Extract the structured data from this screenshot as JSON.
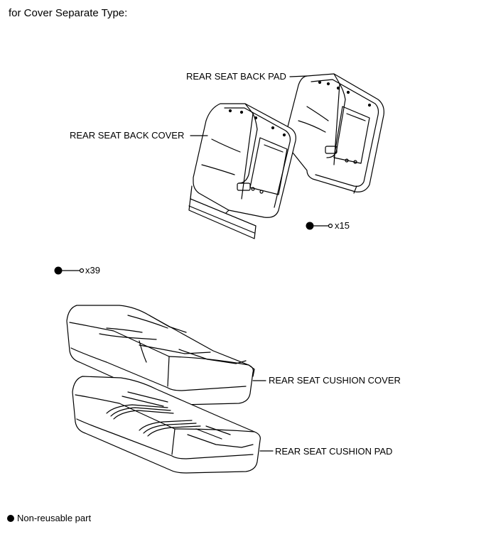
{
  "header": {
    "title": "for Cover Separate Type:"
  },
  "callouts": {
    "rear_seat_back_pad": "REAR SEAT BACK PAD",
    "rear_seat_back_cover": "REAR SEAT BACK COVER",
    "rear_seat_cushion_cover": "REAR SEAT CUSHION COVER",
    "rear_seat_cushion_pad": "REAR SEAT CUSHION PAD"
  },
  "quantities": {
    "back_hog_rings": "x15",
    "cushion_hog_rings": "x39"
  },
  "legend": {
    "non_reusable": "Non-reusable part"
  }
}
